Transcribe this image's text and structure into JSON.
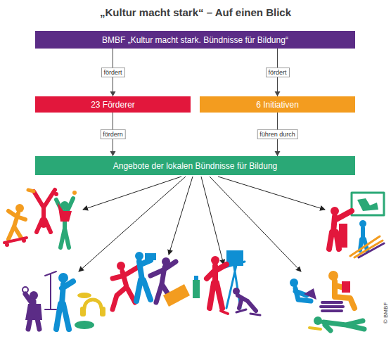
{
  "diagram": {
    "title": "„Kultur macht stark“ – Auf einen Blick",
    "nodes": [
      {
        "text": [
          "BMBF „Kultur macht stark. Bündnisse für Bildung“"
        ]
      },
      {
        "text": [
          "23 Förderer"
        ]
      },
      {
        "text": [
          "6 Initiativen"
        ]
      },
      {
        "text": [
          "Angebote der lokalen Bündnisse für Bildung"
        ]
      }
    ],
    "edges": [
      {
        "from": 0,
        "to": 1,
        "arrow": "to",
        "label": "fördert"
      },
      {
        "from": 0,
        "to": 2,
        "arrow": "to",
        "label": "fördert"
      },
      {
        "from": 1,
        "to": 3,
        "arrow": "to",
        "label": "fördern"
      },
      {
        "from": 2,
        "to": 3,
        "arrow": "to",
        "label": "führen durch"
      }
    ],
    "labels": [
      "© BMBF"
    ]
  }
}
